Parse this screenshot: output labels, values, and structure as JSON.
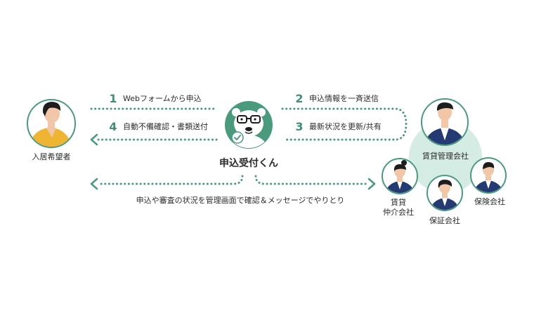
{
  "center": {
    "name": "申込受付くん"
  },
  "applicant": {
    "label": "入居希望者"
  },
  "steps": [
    {
      "num": "1",
      "label": "Webフォームから申込"
    },
    {
      "num": "2",
      "label": "申込情報を一斉送信"
    },
    {
      "num": "3",
      "label": "最新状況を更新/共有"
    },
    {
      "num": "4",
      "label": "自動不備確認・書類送付"
    }
  ],
  "shared_note": "申込や審査の状況を管理画面で確認＆メッセージでやりとり",
  "partners": {
    "main": "賃貸管理会社",
    "agent_line1": "賃貸",
    "agent_line2": "仲介会社",
    "guarantee": "保証会社",
    "insurance": "保険会社"
  },
  "colors": {
    "accent": "#4a9a7e",
    "accent_light": "#d4ece3",
    "navy": "#243a73",
    "yellow": "#efb532"
  }
}
